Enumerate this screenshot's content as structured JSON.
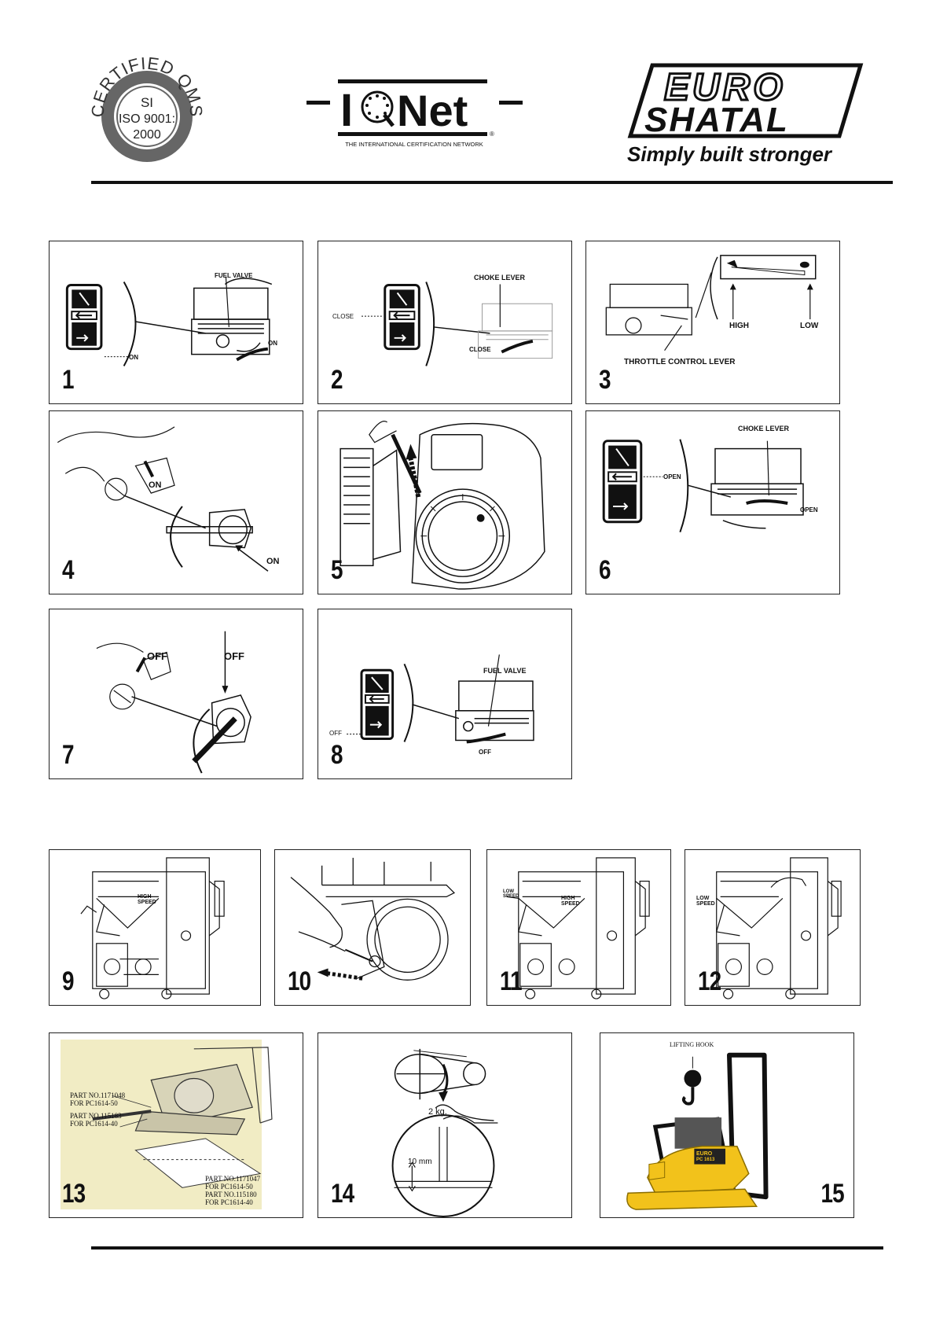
{
  "logos": {
    "qms": {
      "arc_text": "CERTIFIED QMS",
      "line1": "SI",
      "line2": "ISO 9001:",
      "line3": "2000"
    },
    "iqnet": {
      "name_left": "I",
      "name_right": "Net",
      "registered": "®",
      "tagline": "THE INTERNATIONAL CERTIFICATION NETWORK"
    },
    "euroshatal": {
      "line1": "EURO",
      "line2": "SHATAL",
      "slogan": "Simply built stronger"
    }
  },
  "panels": {
    "p1": {
      "num": "1",
      "fuel_valve": "FUEL VALVE",
      "on_a": "ON",
      "on_b": "ON"
    },
    "p2": {
      "num": "2",
      "choke_lever": "CHOKE LEVER",
      "close_a": "CLOSE",
      "close_b": "CLOSE"
    },
    "p3": {
      "num": "3",
      "high": "HIGH",
      "low": "LOW",
      "throttle": "THROTTLE CONTROL LEVER"
    },
    "p4": {
      "num": "4",
      "on_a": "ON",
      "on_b": "ON"
    },
    "p5": {
      "num": "5"
    },
    "p6": {
      "num": "6",
      "choke_lever": "CHOKE LEVER",
      "open_a": "OPEN",
      "open_b": "OPEN"
    },
    "p7": {
      "num": "7",
      "off_a": "OFF",
      "off_b": "OFF"
    },
    "p8": {
      "num": "8",
      "fuel_valve": "FUEL VALVE",
      "off_a": "OFF",
      "off_b": "OFF"
    },
    "p9": {
      "num": "9",
      "high_speed": "HIGH SPEED"
    },
    "p10": {
      "num": "10"
    },
    "p11": {
      "num": "11",
      "low_speed": "LOW SPEED",
      "high_speed": "HIGH SPEED"
    },
    "p12": {
      "num": "12",
      "low_speed": "LOW SPEED"
    },
    "p13": {
      "num": "13",
      "part_a1": "PART NO.1171048",
      "part_a2": "FOR PC1614-50",
      "part_b1": "PART NO.115183",
      "part_b2": "FOR PC1614-40",
      "part_c1": "PART NO.1171047",
      "part_c2": "FOR PC1614-50",
      "part_c3": "PART NO.115180",
      "part_c4": "FOR PC1614-40"
    },
    "p14": {
      "num": "14",
      "weight": "2 kg.",
      "distance": "10 mm"
    },
    "p15": {
      "num": "15",
      "lifting_hook": "LIFTING HOOK",
      "badge1": "EURO",
      "badge2": "PC 1613"
    }
  },
  "colors": {
    "ink": "#111111",
    "machine_yellow": "#f2c21b",
    "panel13_bg": "#f1ecc4"
  }
}
